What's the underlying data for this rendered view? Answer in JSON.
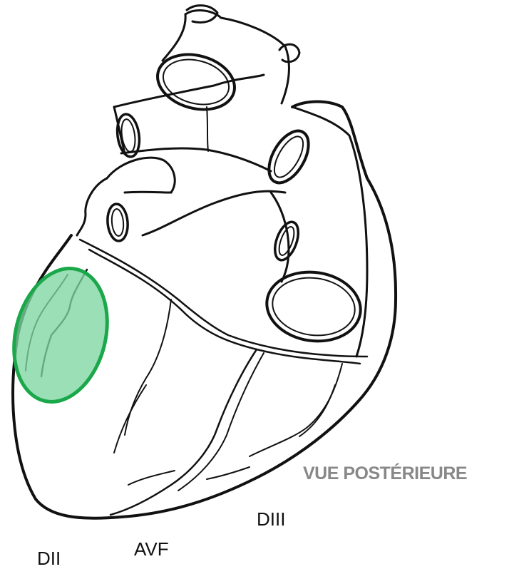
{
  "diagram": {
    "view_title": "VUE POSTÉRIEURE",
    "lead_labels": {
      "dii": "DII",
      "avf": "AVF",
      "diii": "DIII"
    },
    "highlight": {
      "fill_color": "#7fd6a3",
      "stroke_color": "#1aa84a"
    },
    "line_color": "#111111"
  }
}
